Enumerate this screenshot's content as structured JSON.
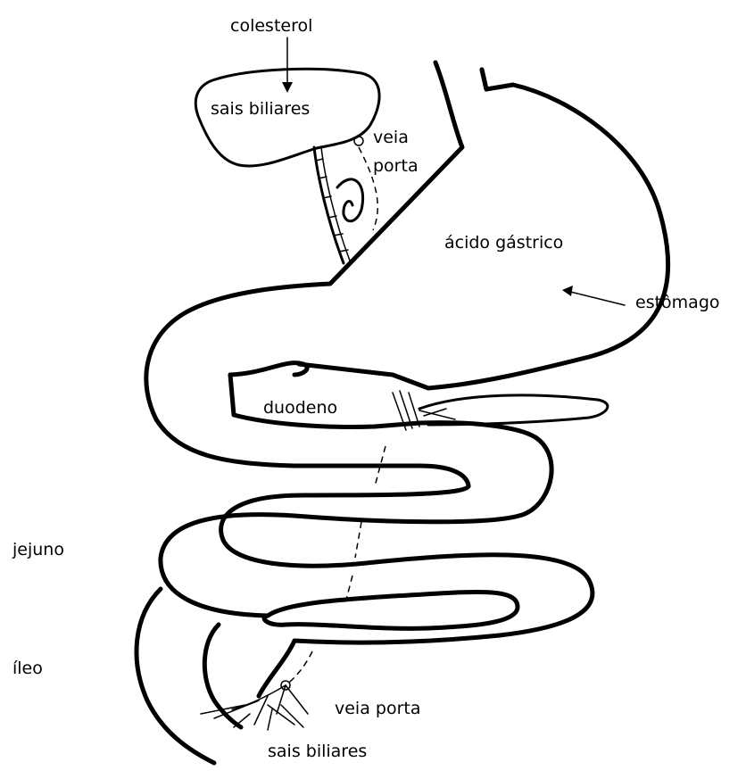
{
  "labels": {
    "colesterol": "colesterol",
    "sais_biliares_top": "sais biliares",
    "veia": "veia",
    "porta": "porta",
    "acido_gastrico": "ácido gástrico",
    "estomago": "estômago",
    "duodeno": "duodeno",
    "jejuno": "jejuno",
    "ileo": "íleo",
    "veia_porta": "veia porta",
    "sais_biliares_bottom": "sais biliares"
  }
}
